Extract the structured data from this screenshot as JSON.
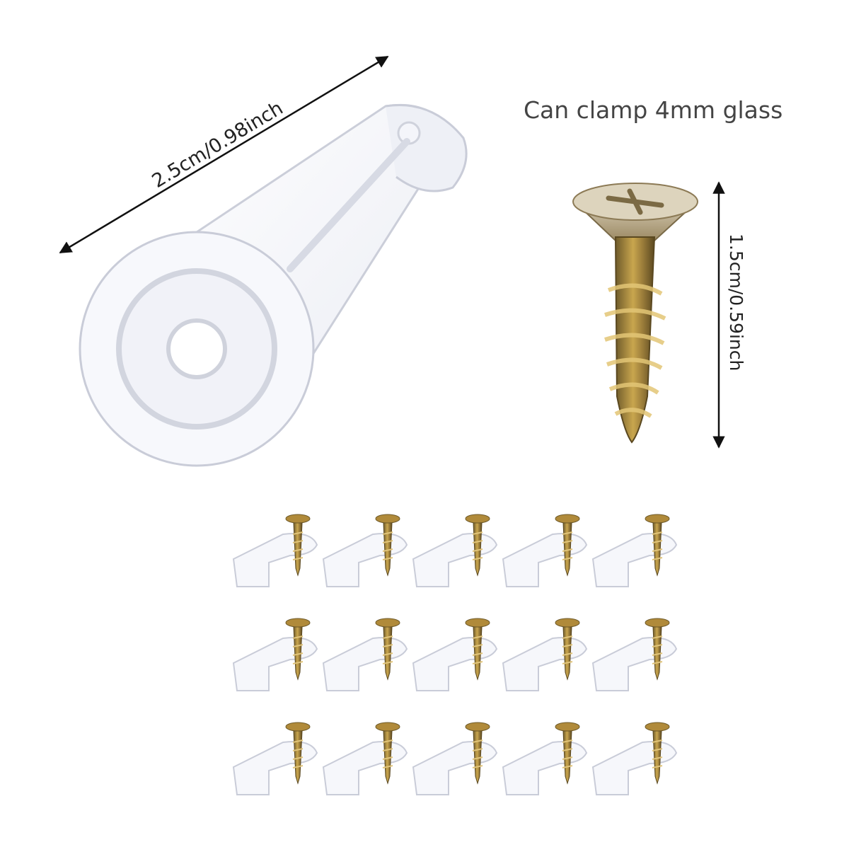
{
  "caption": "Can clamp 4mm glass",
  "clip_length_label": "2.5cm/0.98inch",
  "screw_length_label": "1.5cm/0.59inch",
  "grid": {
    "rows": 3,
    "columns": 5
  },
  "colors": {
    "clip_edge": "#c9ccd8",
    "clip_fill": "#f6f7fb",
    "screw_gold": "#b08a3a",
    "screw_head": "#cfc4a8",
    "arrow": "#111111",
    "text": "#444444"
  }
}
